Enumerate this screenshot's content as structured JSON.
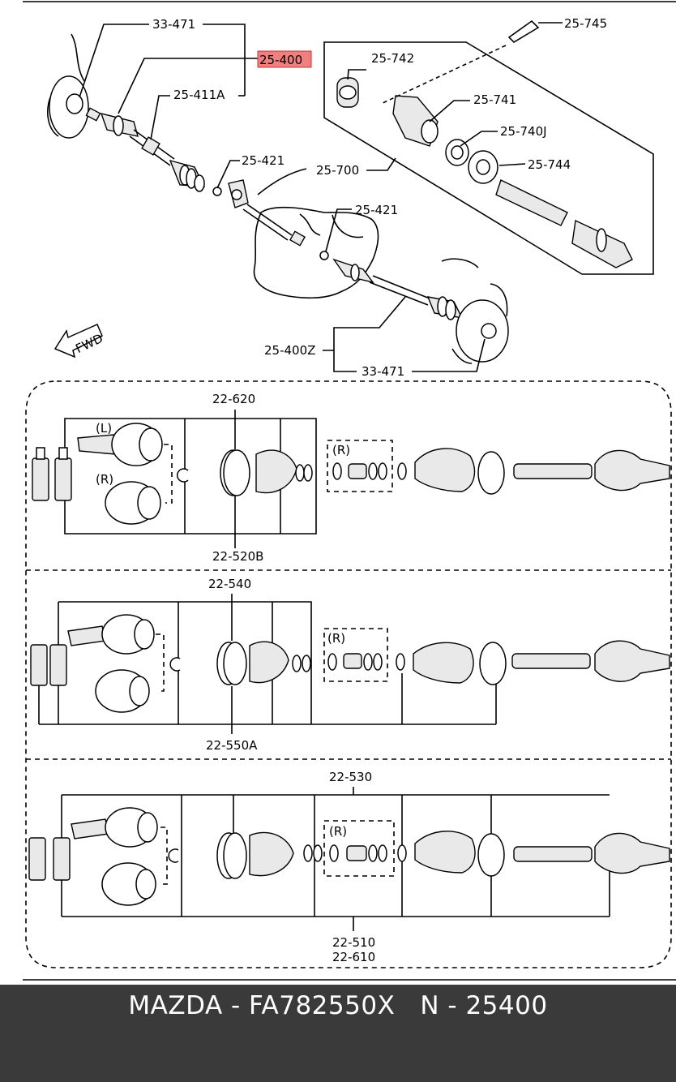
{
  "labels": {
    "l33471_top": "33-471",
    "l25400": "25-400",
    "l25411a": "25-411A",
    "l25421_a": "25-421",
    "l25421_b": "25-421",
    "l25700": "25-700",
    "l25745": "25-745",
    "l25742": "25-742",
    "l25741": "25-741",
    "l25740j": "25-740J",
    "l25744": "25-744",
    "l25400z": "25-400Z",
    "l33471_bot": "33-471",
    "fwd": "FWD",
    "l22620": "22-620",
    "l22520b": "22-520B",
    "l22540": "22-540",
    "l22550a": "22-550A",
    "l22530": "22-530",
    "l22510": "22-510",
    "l22610": "22-610",
    "left": "(L)",
    "right": "(R)",
    "r1": "(R)",
    "r2": "(R)",
    "r3": "(R)"
  },
  "highlight": {
    "part": "25-400",
    "color": "#f08080"
  },
  "footer": {
    "text": "MAZDA - FA782550X   N - 25400"
  }
}
